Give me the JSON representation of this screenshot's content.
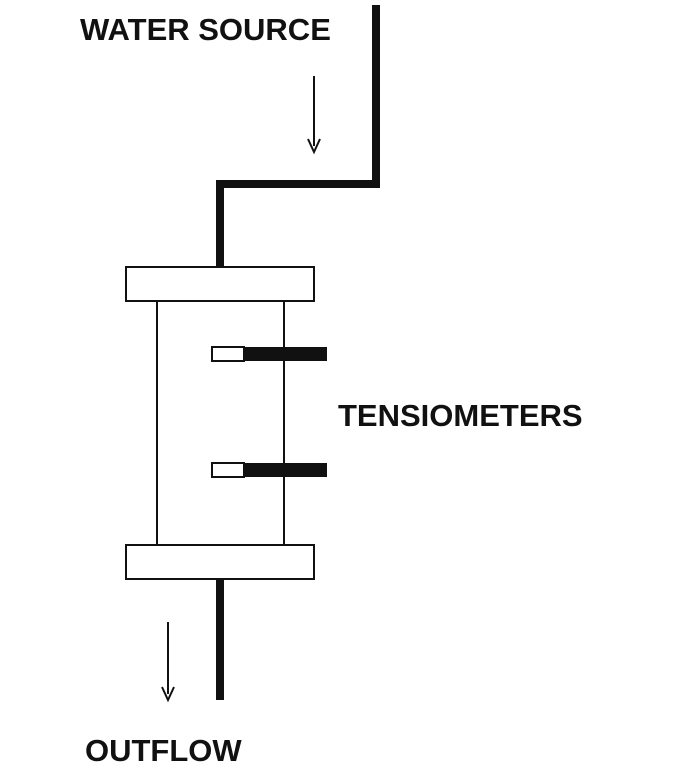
{
  "labels": {
    "water_source": "WATER SOURCE",
    "tensiometers": "TENSIOMETERS",
    "outflow": "OUTFLOW"
  },
  "colors": {
    "ink": "#111111",
    "background": "#ffffff"
  }
}
